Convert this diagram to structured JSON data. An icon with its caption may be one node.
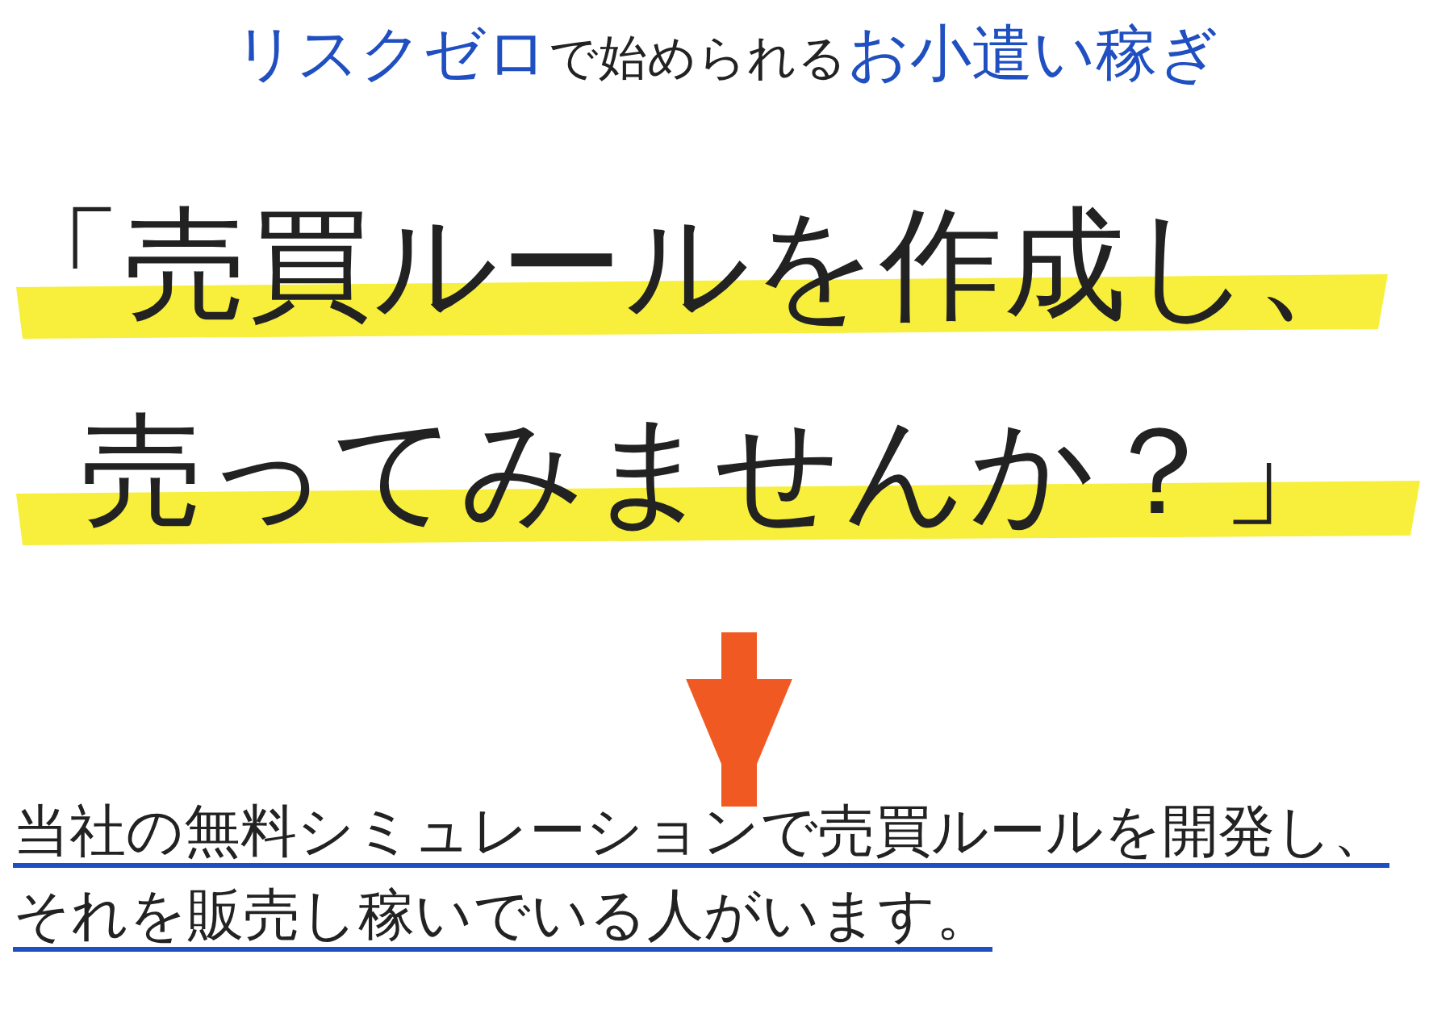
{
  "diagram": {
    "title": "**リスクゼロ**で始められる**お小遣い稼ぎ**",
    "nodes": [
      {
        "text": [
          "「売買ルールを作成し、売ってみませんか？」"
        ]
      },
      {
        "text": [
          "当社の無料シミュレーションで売買ルールを開発し、それを販売し稼いでいる人がいます。"
        ]
      }
    ],
    "edges": [
      {
        "from": 0,
        "to": 1,
        "arrow": "to"
      }
    ]
  }
}
